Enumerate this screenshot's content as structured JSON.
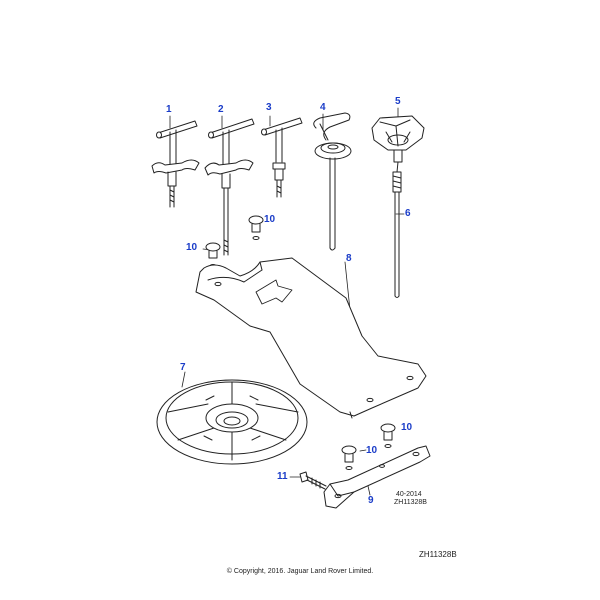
{
  "callouts": {
    "c1": "1",
    "c2": "2",
    "c3": "3",
    "c4": "4",
    "c5": "5",
    "c6": "6",
    "c7": "7",
    "c8": "8",
    "c9": "9",
    "c10a": "10",
    "c10b": "10",
    "c10c": "10",
    "c10d": "10",
    "c11": "11"
  },
  "reference": {
    "date": "40-2014",
    "inset_code": "ZH11328B",
    "diagram_code": "ZH11328B"
  },
  "footer": {
    "copyright": "© Copyright, 2016. Jaguar Land Rover Limited."
  },
  "colors": {
    "callout": "#1a3cc8",
    "linework": "#222222"
  }
}
